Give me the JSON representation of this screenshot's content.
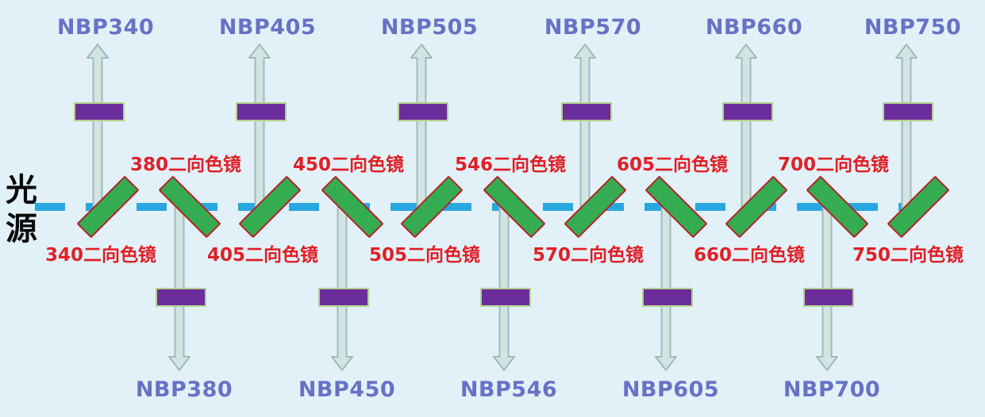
{
  "source": {
    "label": "光源"
  },
  "colors": {
    "background": "#E2F1F8",
    "beam": "#29A8E0",
    "mirror_fill": "#35AC51",
    "mirror_border": "#B2242A",
    "filter_fill": "#6B2D9B",
    "filter_border": "#B5D08E",
    "arrow_fill": "#D2E4E2",
    "arrow_border": "#9DBCBA",
    "nbp_label_text": "#6772C5",
    "dichroic_label_text": "#E01F26",
    "source_text": "#0A0A0A"
  },
  "channels": [
    {
      "direction": "up",
      "filter_label": "NBP340",
      "dichroic_label": "340二向色镜"
    },
    {
      "direction": "down",
      "filter_label": "NBP380",
      "dichroic_label": "380二向色镜"
    },
    {
      "direction": "up",
      "filter_label": "NBP405",
      "dichroic_label": "405二向色镜"
    },
    {
      "direction": "down",
      "filter_label": "NBP450",
      "dichroic_label": "450二向色镜"
    },
    {
      "direction": "up",
      "filter_label": "NBP505",
      "dichroic_label": "505二向色镜"
    },
    {
      "direction": "down",
      "filter_label": "NBP546",
      "dichroic_label": "546二向色镜"
    },
    {
      "direction": "up",
      "filter_label": "NBP570",
      "dichroic_label": "570二向色镜"
    },
    {
      "direction": "down",
      "filter_label": "NBP605",
      "dichroic_label": "605二向色镜"
    },
    {
      "direction": "up",
      "filter_label": "NBP660",
      "dichroic_label": "660二向色镜"
    },
    {
      "direction": "down",
      "filter_label": "NBP700",
      "dichroic_label": "700二向色镜"
    },
    {
      "direction": "up",
      "filter_label": "NBP750",
      "dichroic_label": "750二向色镜"
    }
  ]
}
